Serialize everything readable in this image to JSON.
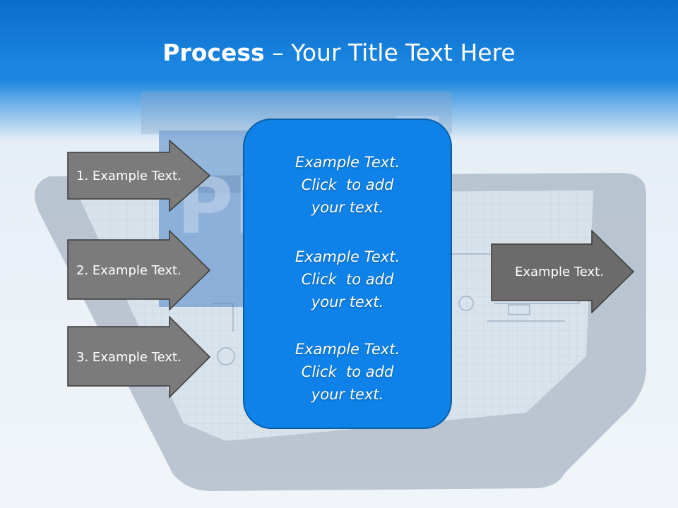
{
  "title": {
    "bold": "Process",
    "rest": " – Your Title Text Here"
  },
  "inputs": [
    {
      "label": "1. Example Text."
    },
    {
      "label": "2. Example Text."
    },
    {
      "label": "3. Example Text."
    }
  ],
  "center_box": {
    "items": [
      {
        "line1": "Example Text.",
        "line2": "Click  to add",
        "line3": "your text."
      },
      {
        "line1": "Example Text.",
        "line2": "Click  to add",
        "line3": "your text."
      },
      {
        "line1": "Example Text.",
        "line2": "Click  to add",
        "line3": "your text."
      }
    ]
  },
  "output": {
    "label": "Example Text."
  },
  "colors": {
    "title_bar": "#0a6ecb",
    "box_fill": "#0e82e8",
    "box_border": "#0a5ea8",
    "arrow_fill": "#7a7a7a",
    "arrow_output_fill": "#6a6a6a",
    "arrow_border": "#3a3a3a"
  }
}
